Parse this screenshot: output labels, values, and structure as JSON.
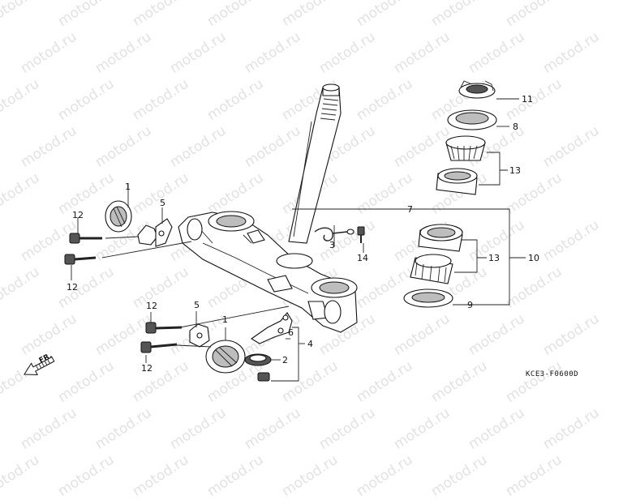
{
  "watermark": "motod.ru",
  "diagram_code": "KCE3-F0600D",
  "direction_label": "FR.",
  "callouts": {
    "c1_top": "1",
    "c1_bottom": "1",
    "c2": "2",
    "c3": "3",
    "c4": "4",
    "c5_top": "5",
    "c5_bottom": "5",
    "c6": "6",
    "c7": "7",
    "c8": "8",
    "c9": "9",
    "c10": "10",
    "c11": "11",
    "c12_a": "12",
    "c12_b": "12",
    "c12_c": "12",
    "c12_d": "12",
    "c13_top": "13",
    "c13_mid": "13",
    "c14": "14"
  }
}
